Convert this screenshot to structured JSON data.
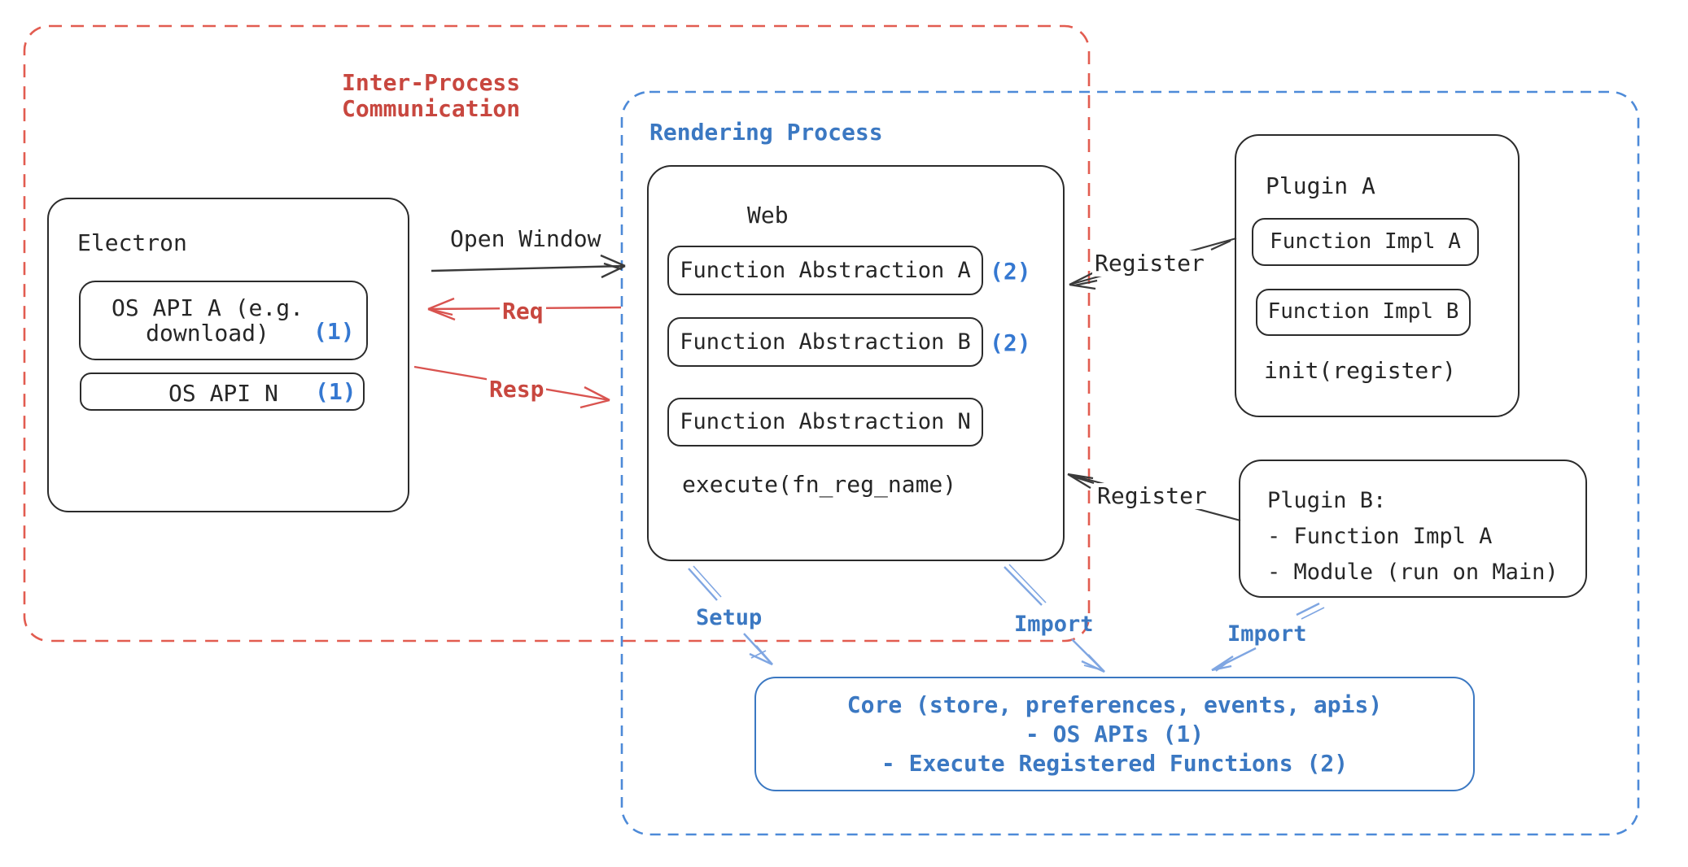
{
  "colors": {
    "stroke_black": "#2b2b2b",
    "text_black": "#262626",
    "red_text": "#c8473f",
    "red_dash_border": "#e25c50",
    "red_arrow": "#d9534f",
    "blue_text": "#3b78c2",
    "blue_dash_border": "#4d8ad8",
    "blue_arrow": "#7fa6e2",
    "number_badge_blue": "#3578d1"
  },
  "ipc": {
    "label_line1": "Inter-Process",
    "label_line2": "Communication"
  },
  "rendering": {
    "label": "Rendering Process"
  },
  "electron": {
    "title": "Electron",
    "api_a_line1": "OS API A (e.g.",
    "api_a_line2": "download)",
    "api_a_num": "(1)",
    "api_n_label": "OS API N",
    "api_n_num": "(1)"
  },
  "flows": {
    "open_window": "Open Window",
    "req": "Req",
    "resp": "Resp",
    "register_a": "Register",
    "register_b": "Register",
    "setup": "Setup",
    "import_core": "Import",
    "import_plugin_b": "Import"
  },
  "web": {
    "title": "Web",
    "fa_a": "Function Abstraction A",
    "fa_a_num": "(2)",
    "fa_b": "Function Abstraction B",
    "fa_b_num": "(2)",
    "fa_n": "Function Abstraction N",
    "execute": "execute(fn_reg_name)"
  },
  "plugin_a": {
    "title": "Plugin A",
    "impl_a": "Function Impl A",
    "impl_b": "Function Impl B",
    "init": "init(register)"
  },
  "plugin_b": {
    "line1": "Plugin B:",
    "line2": "- Function Impl A",
    "line3": "- Module (run on Main)"
  },
  "core": {
    "line1": "Core (store, preferences, events, apis)",
    "line2": "- OS APIs (1)",
    "line3": "- Execute Registered Functions (2)"
  }
}
